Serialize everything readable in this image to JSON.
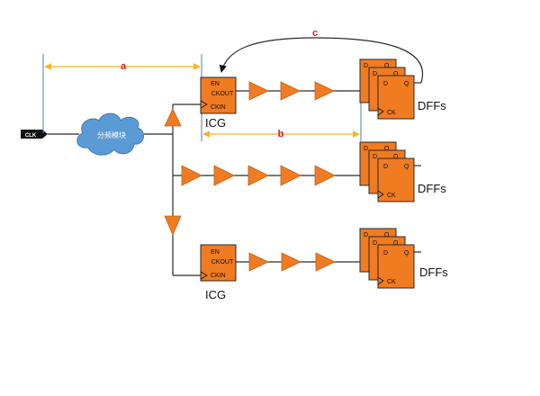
{
  "clock_input": {
    "label": "CLK"
  },
  "divider": {
    "label": "分频模块"
  },
  "icg": {
    "label": "ICG",
    "pins": {
      "en": "EN",
      "ckout": "CKOUT",
      "ckin": "CKIN"
    }
  },
  "dff": {
    "group_label": "DFFs",
    "pins": {
      "d": "D",
      "q": "Q",
      "ck": "CK"
    }
  },
  "dimensions": {
    "a": "a",
    "b": "b",
    "c": "c"
  },
  "colors": {
    "buffer_orange": "#F07B21",
    "cloud_blue": "#5B9BD5",
    "guide_blue": "#4A7EC0",
    "dim_yellow": "#F5B521",
    "label_red": "#D0201E"
  }
}
